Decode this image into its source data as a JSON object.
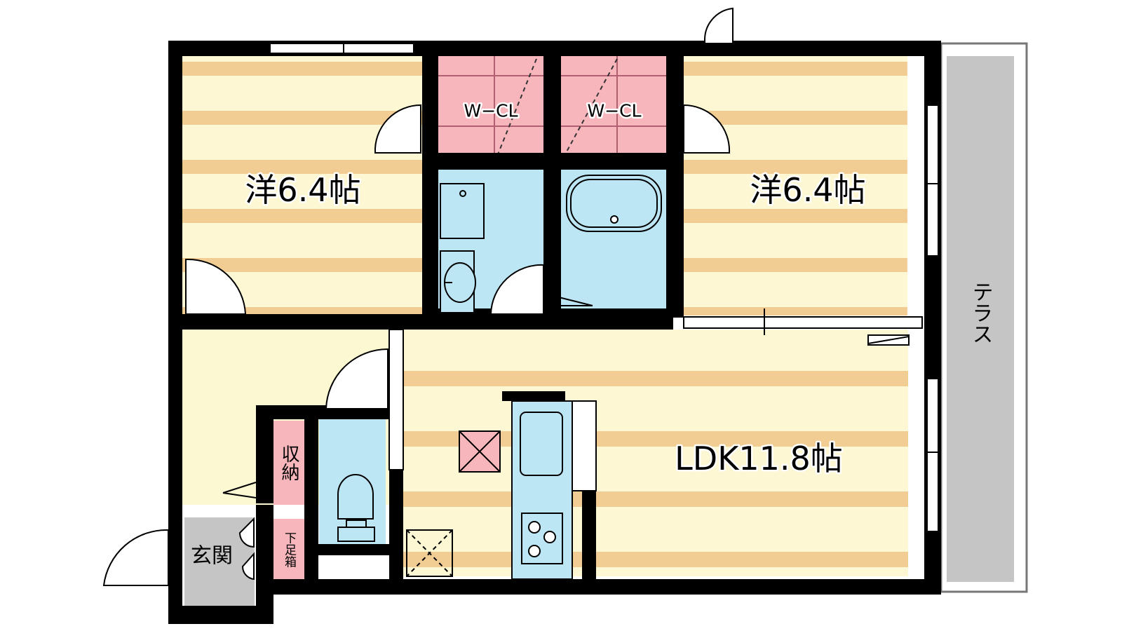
{
  "rooms": {
    "western_left": "洋6.4帖",
    "western_right": "洋6.4帖",
    "wcl_left": "W−CL",
    "wcl_right": "W−CL",
    "ldk": "LDK11.8帖",
    "terrace": "テラス",
    "storage": "収納",
    "entrance": "玄関",
    "shoe_box": "下足箱"
  },
  "colors": {
    "wall": "#000000",
    "stripe_light": "#fdf8d3",
    "stripe_dark": "#f1cd93",
    "closet": "#f7b6bc",
    "wet_area": "#bde6f5",
    "entrance_floor": "#c5c5c5",
    "terrace_floor": "#c5c5c5",
    "hall_floor": "#fcf8d2"
  }
}
